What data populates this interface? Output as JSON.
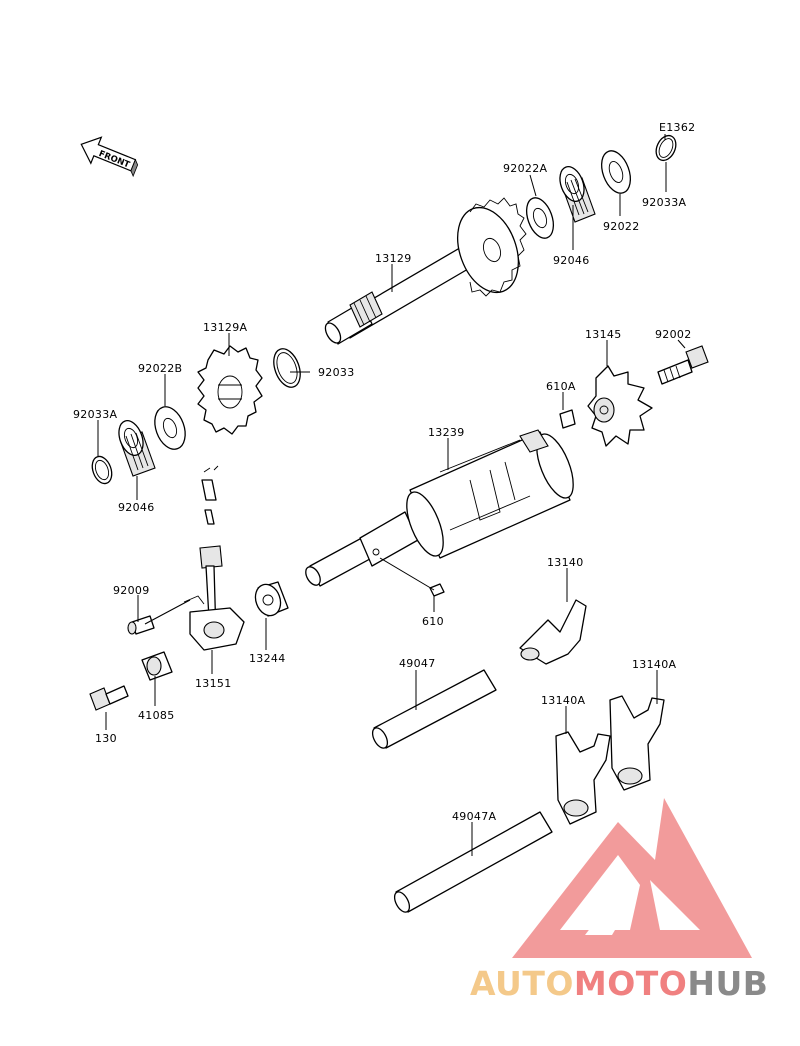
{
  "diagram": {
    "front_label": "FRONT",
    "code": "E1362",
    "parts": [
      {
        "id": "92033a_top",
        "label": "92033A"
      },
      {
        "id": "92022_top",
        "label": "92022"
      },
      {
        "id": "92022a",
        "label": "92022A"
      },
      {
        "id": "92046_top",
        "label": "92046"
      },
      {
        "id": "13129",
        "label": "13129"
      },
      {
        "id": "13129a",
        "label": "13129A"
      },
      {
        "id": "92033",
        "label": "92033"
      },
      {
        "id": "92022b",
        "label": "92022B"
      },
      {
        "id": "92033a_left",
        "label": "92033A"
      },
      {
        "id": "92046_left",
        "label": "92046"
      },
      {
        "id": "13145",
        "label": "13145"
      },
      {
        "id": "92002",
        "label": "92002"
      },
      {
        "id": "610a",
        "label": "610A"
      },
      {
        "id": "13239",
        "label": "13239"
      },
      {
        "id": "610",
        "label": "610"
      },
      {
        "id": "92009",
        "label": "92009"
      },
      {
        "id": "13244",
        "label": "13244"
      },
      {
        "id": "13151",
        "label": "13151"
      },
      {
        "id": "41085",
        "label": "41085"
      },
      {
        "id": "130",
        "label": "130"
      },
      {
        "id": "49047",
        "label": "49047"
      },
      {
        "id": "13140",
        "label": "13140"
      },
      {
        "id": "13140a_right",
        "label": "13140A"
      },
      {
        "id": "13140a_left",
        "label": "13140A"
      },
      {
        "id": "49047a",
        "label": "49047A"
      }
    ]
  },
  "watermark": {
    "part1": "AUTO",
    "part2": "MOTO",
    "part3": "HUB",
    "color_auto": "#f4c98a",
    "color_moto": "#f08080",
    "color_hub": "#8a8a8a",
    "logo_color": "#f08a8a"
  }
}
